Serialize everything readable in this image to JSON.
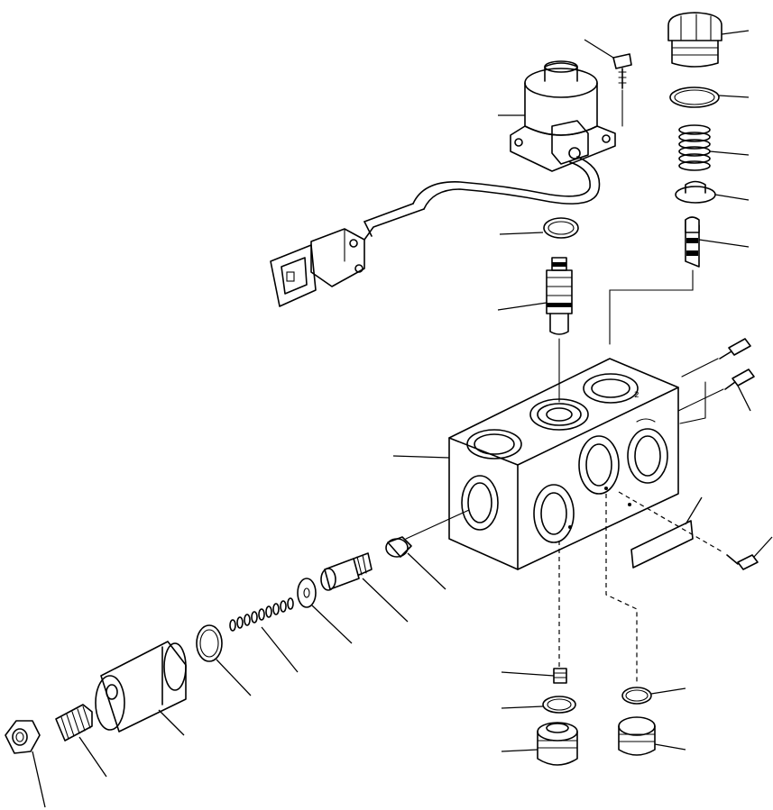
{
  "diagram": {
    "type": "exploded-parts-view",
    "callout_labels": [],
    "parts": [
      {
        "id": "plug-top",
        "icon": "hex-plug"
      },
      {
        "id": "o-ring-top",
        "icon": "o-ring"
      },
      {
        "id": "spring-top",
        "icon": "coil-spring"
      },
      {
        "id": "cap-top",
        "icon": "cap"
      },
      {
        "id": "spool-right",
        "icon": "valve-spool"
      },
      {
        "id": "solenoid",
        "icon": "solenoid-valve"
      },
      {
        "id": "solenoid-bolt",
        "icon": "bolt"
      },
      {
        "id": "connector",
        "icon": "electrical-connector"
      },
      {
        "id": "o-ring-mid",
        "icon": "o-ring"
      },
      {
        "id": "spool-left",
        "icon": "valve-spool"
      },
      {
        "id": "valve-block",
        "icon": "valve-body"
      },
      {
        "id": "bolt-a",
        "icon": "bolt"
      },
      {
        "id": "bolt-b",
        "icon": "bolt"
      },
      {
        "id": "plate-screw",
        "icon": "screw"
      },
      {
        "id": "name-plate",
        "icon": "plate"
      },
      {
        "id": "fitting",
        "icon": "fitting"
      },
      {
        "id": "poppet",
        "icon": "poppet"
      },
      {
        "id": "washer",
        "icon": "washer"
      },
      {
        "id": "spring-left",
        "icon": "coil-spring"
      },
      {
        "id": "o-ring-left",
        "icon": "o-ring"
      },
      {
        "id": "cylinder-cap",
        "icon": "hex-cap"
      },
      {
        "id": "adjust-screw",
        "icon": "set-screw"
      },
      {
        "id": "lock-nut",
        "icon": "hex-nut"
      },
      {
        "id": "set-screw-bottom",
        "icon": "set-screw"
      },
      {
        "id": "o-ring-bottom-left",
        "icon": "o-ring"
      },
      {
        "id": "plug-bottom-left",
        "icon": "plug"
      },
      {
        "id": "o-ring-bottom-right",
        "icon": "o-ring"
      },
      {
        "id": "plug-bottom-right",
        "icon": "plug"
      }
    ]
  }
}
